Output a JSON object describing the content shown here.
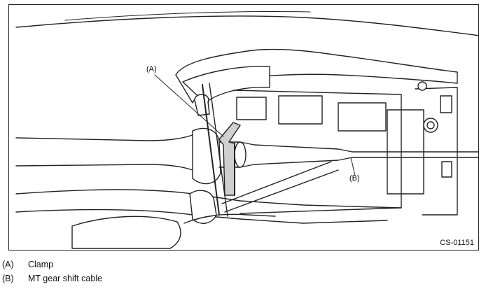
{
  "callouts": {
    "a": "(A)",
    "b": "(B)"
  },
  "figure_code": "CS-01151",
  "legend": [
    {
      "key": "(A)",
      "text": "Clamp"
    },
    {
      "key": "(B)",
      "text": "MT gear shift cable"
    }
  ],
  "colors": {
    "line": "#222222",
    "shade": "#d9d9d9",
    "clamp": "#cfcfcf"
  }
}
